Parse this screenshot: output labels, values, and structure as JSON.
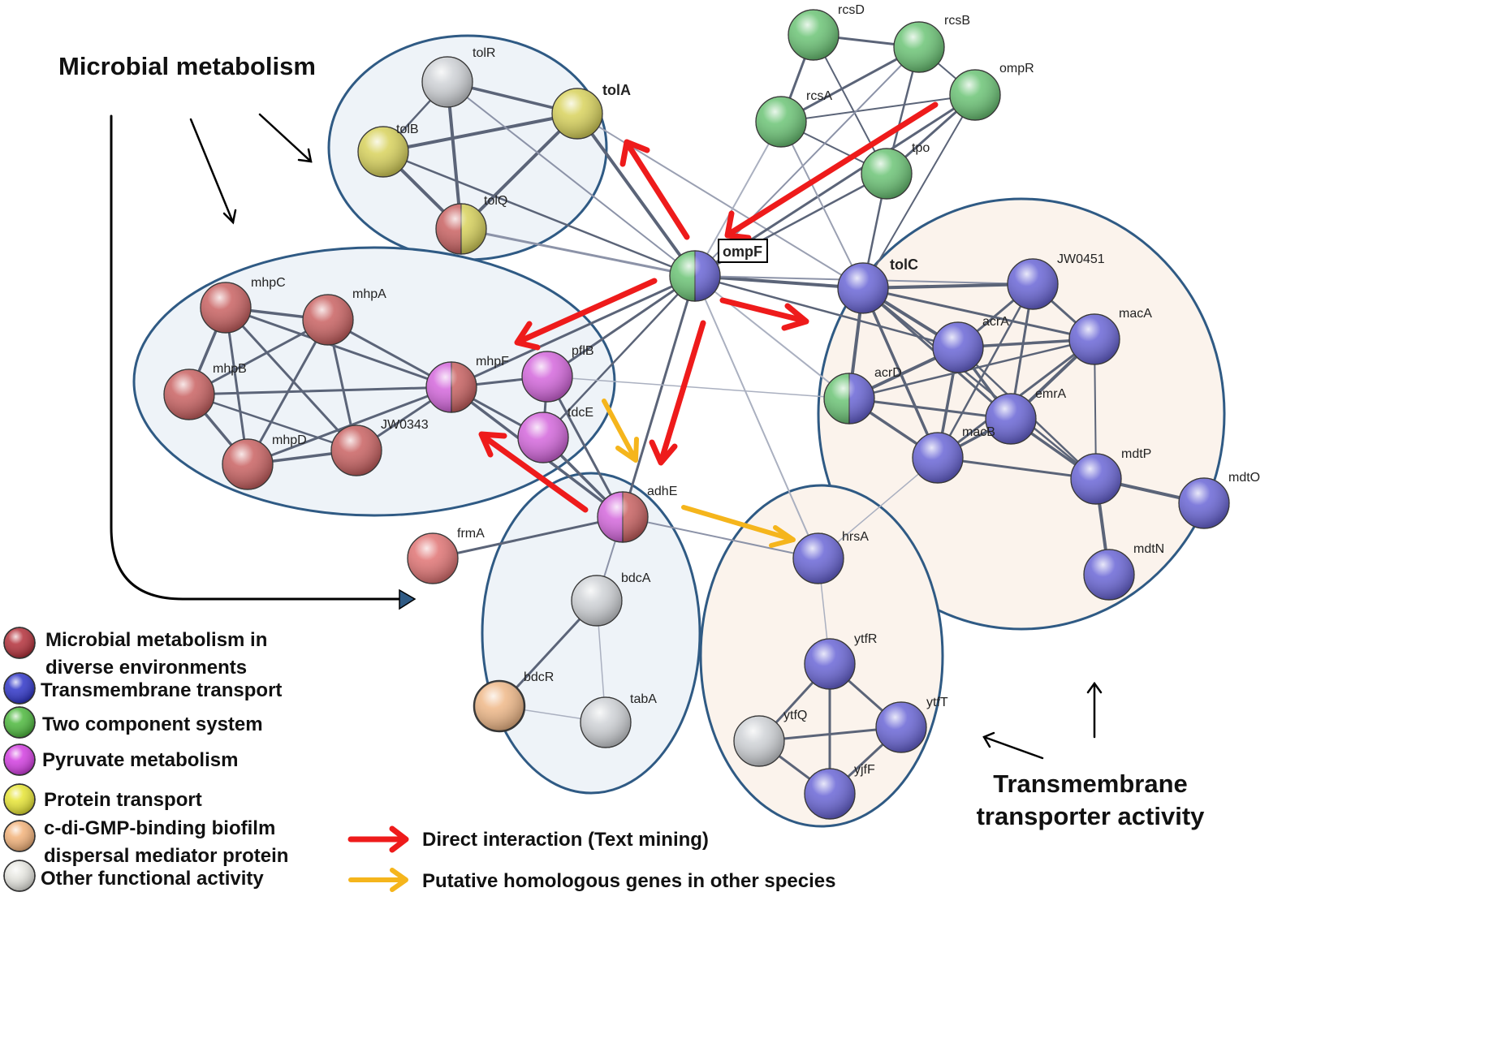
{
  "headings": {
    "left": "Microbial metabolism",
    "right_line1": "Transmembrane",
    "right_line2": "transporter activity"
  },
  "colors": {
    "metabolism": "#c96262",
    "transport": "#6a66d6",
    "two_component": "#6cc476",
    "pyruvate": "#d467dc",
    "protein_transport": "#d8d25c",
    "biofilm": "#efb888",
    "other": "#cfd2d6",
    "direct_arrow": "#ee1b1b",
    "homolog_arrow": "#f5b51c",
    "cluster_blue_fill": "#eef3f8",
    "cluster_peach_fill": "#fbf3ec",
    "cluster_stroke": "#2f5a84"
  },
  "genes": {
    "tolR": "tolR",
    "tolA": "tolA",
    "tolB": "tolB",
    "tolQ": "tolQ",
    "rcsD": "rcsD",
    "rcsB": "rcsB",
    "rcsA": "rcsA",
    "ompR": "ompR",
    "tpo": "tpo",
    "ompF": "ompF",
    "mhpC": "mhpC",
    "mhpA": "mhpA",
    "mhpB": "mhpB",
    "mhpF": "mhpF",
    "mhpD": "mhpD",
    "JW0343": "JW0343",
    "pflB": "pflB",
    "tdcE": "tdcE",
    "tolC": "tolC",
    "JW0451": "JW0451",
    "acrA": "acrA",
    "macA": "macA",
    "acrD": "acrD",
    "emrA": "emrA",
    "macB": "macB",
    "mdtP": "mdtP",
    "mdtO": "mdtO",
    "mdtN": "mdtN",
    "adhE": "adhE",
    "frmA": "frmA",
    "bdcA": "bdcA",
    "bdcR": "bdcR",
    "tabA": "tabA",
    "hrsA": "hrsA",
    "ytfR": "ytfR",
    "ytfT": "ytfT",
    "ytfQ": "ytfQ",
    "yjfF": "yjfF"
  },
  "legend": {
    "metabolism_line1": "Microbial metabolism  in",
    "metabolism_line2": "diverse environments",
    "transport": "Transmembrane transport",
    "two_component": "Two component system",
    "pyruvate": "Pyruvate metabolism",
    "protein_transport": "Protein transport",
    "biofilm_line1": "c-di-GMP-binding biofilm",
    "biofilm_line2": "dispersal mediator protein",
    "other": "Other functional activity",
    "direct": "Direct interaction (Text mining)",
    "homolog": "Putative homologous  genes in other species"
  }
}
